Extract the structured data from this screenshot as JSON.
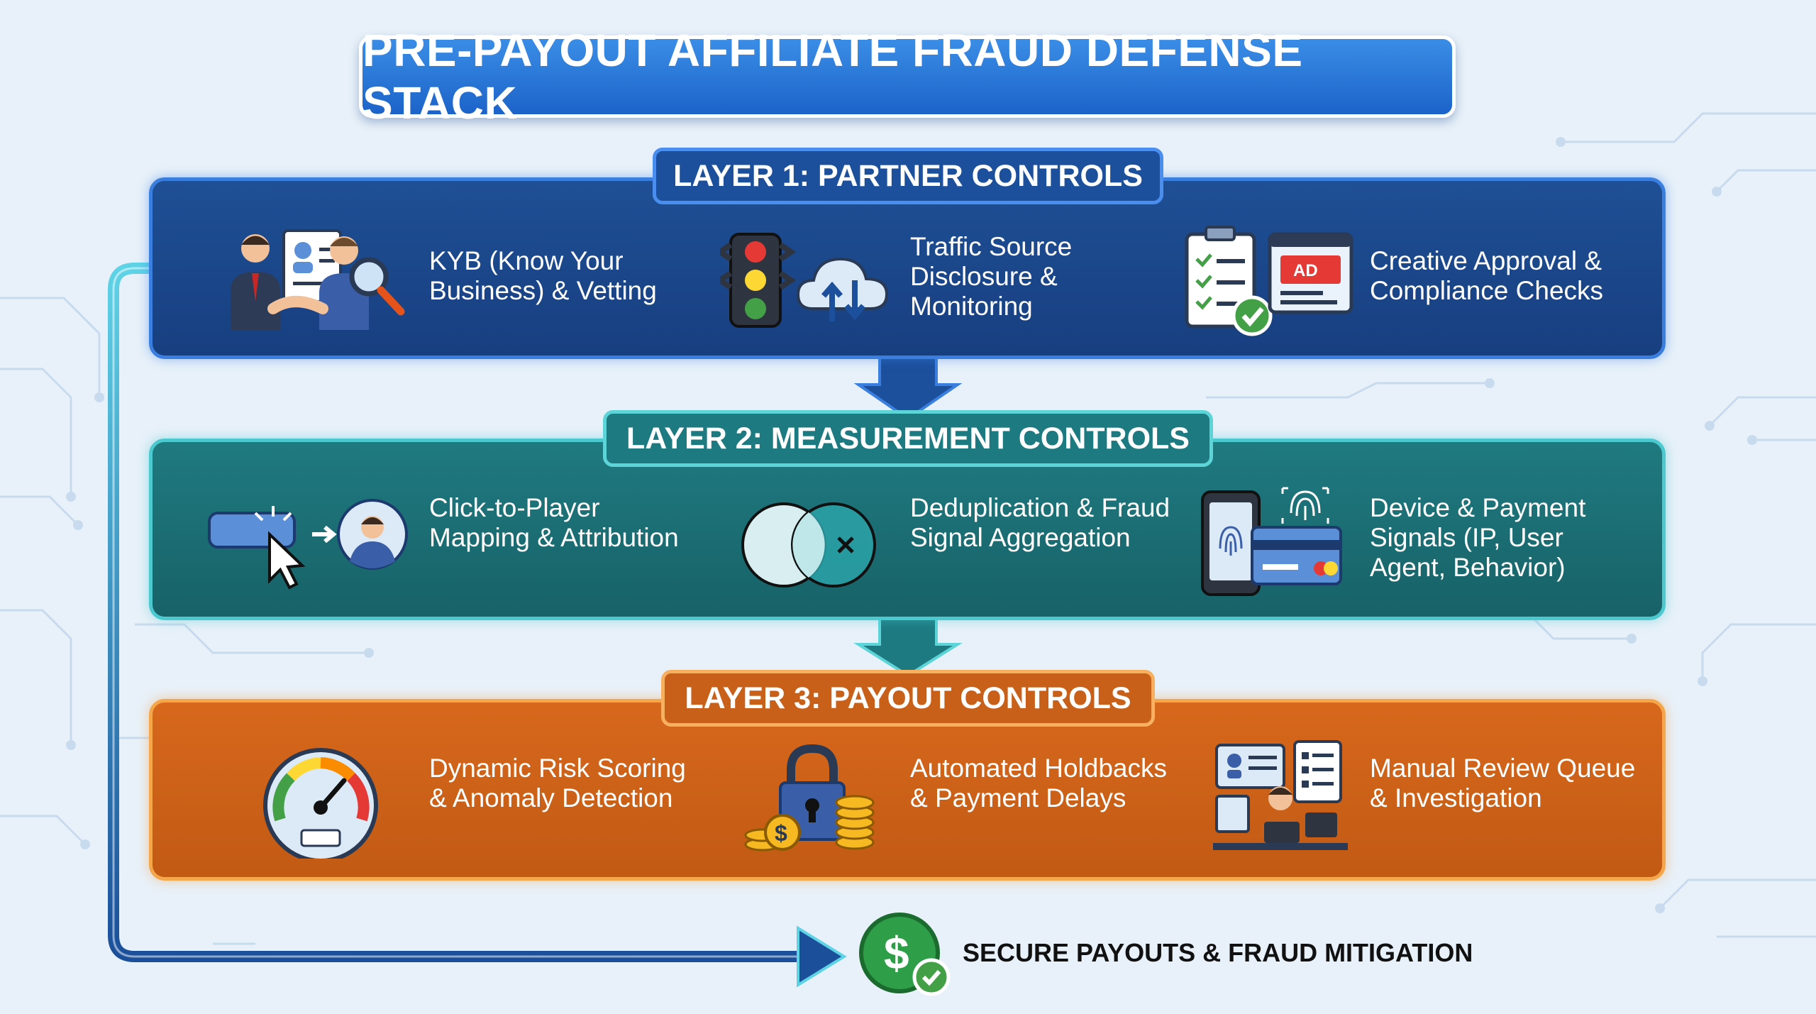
{
  "title": "PRE-PAYOUT AFFILIATE FRAUD DEFENSE STACK",
  "layers": [
    {
      "label": "LAYER 1: PARTNER CONTROLS",
      "color": "#1f4f95",
      "items": [
        {
          "text": "KYB (Know Your Business) & Vetting",
          "icon": "handshake-vetting-icon"
        },
        {
          "text": "Traffic Source Disclosure & Monitoring",
          "icon": "traffic-light-cloud-icon"
        },
        {
          "text": "Creative Approval & Compliance Checks",
          "icon": "clipboard-ad-icon"
        }
      ]
    },
    {
      "label": "LAYER 2: MEASUREMENT CONTROLS",
      "color": "#1f7a80",
      "items": [
        {
          "text": "Click-to-Player Mapping & Attribution",
          "icon": "click-player-icon"
        },
        {
          "text": "Deduplication & Fraud Signal Aggregation",
          "icon": "venn-dedup-icon"
        },
        {
          "text": "Device & Payment Signals (IP, User Agent, Behavior)",
          "icon": "device-fingerprint-icon"
        }
      ]
    },
    {
      "label": "LAYER 3: PAYOUT CONTROLS",
      "color": "#d7681c",
      "items": [
        {
          "text": "Dynamic Risk Scoring & Anomaly Detection",
          "icon": "risk-gauge-icon"
        },
        {
          "text": "Automated Holdbacks & Payment Delays",
          "icon": "lock-coins-icon"
        },
        {
          "text": "Manual Review Queue & Investigation",
          "icon": "manual-review-icon"
        }
      ]
    }
  ],
  "final": {
    "text": "SECURE PAYOUTS & FRAUD MITIGATION",
    "icon": "dollar-check-icon"
  }
}
